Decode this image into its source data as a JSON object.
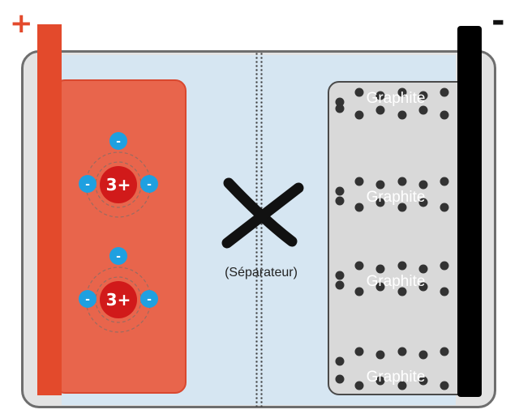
{
  "terminals": {
    "positive": {
      "sign": "+"
    },
    "negative": {
      "sign": "-"
    }
  },
  "cathode": {
    "ions": [
      {
        "charge": "3+",
        "electron": "-"
      },
      {
        "charge": "3+",
        "electron": "-"
      }
    ]
  },
  "separator": {
    "label": "(Séparateur)",
    "mark": "X"
  },
  "anode": {
    "layers": [
      "Graphite",
      "Graphite",
      "Graphite",
      "Graphite"
    ]
  },
  "colors": {
    "positive": "#e34a2c",
    "cathode_fill": "#e8654c",
    "negative": "#000000",
    "electrolyte": "#d6e6f2",
    "anode_fill": "#d9d9d9",
    "ion_core": "#d11a1a",
    "electron": "#1fa0e0",
    "particle": "#333333"
  }
}
